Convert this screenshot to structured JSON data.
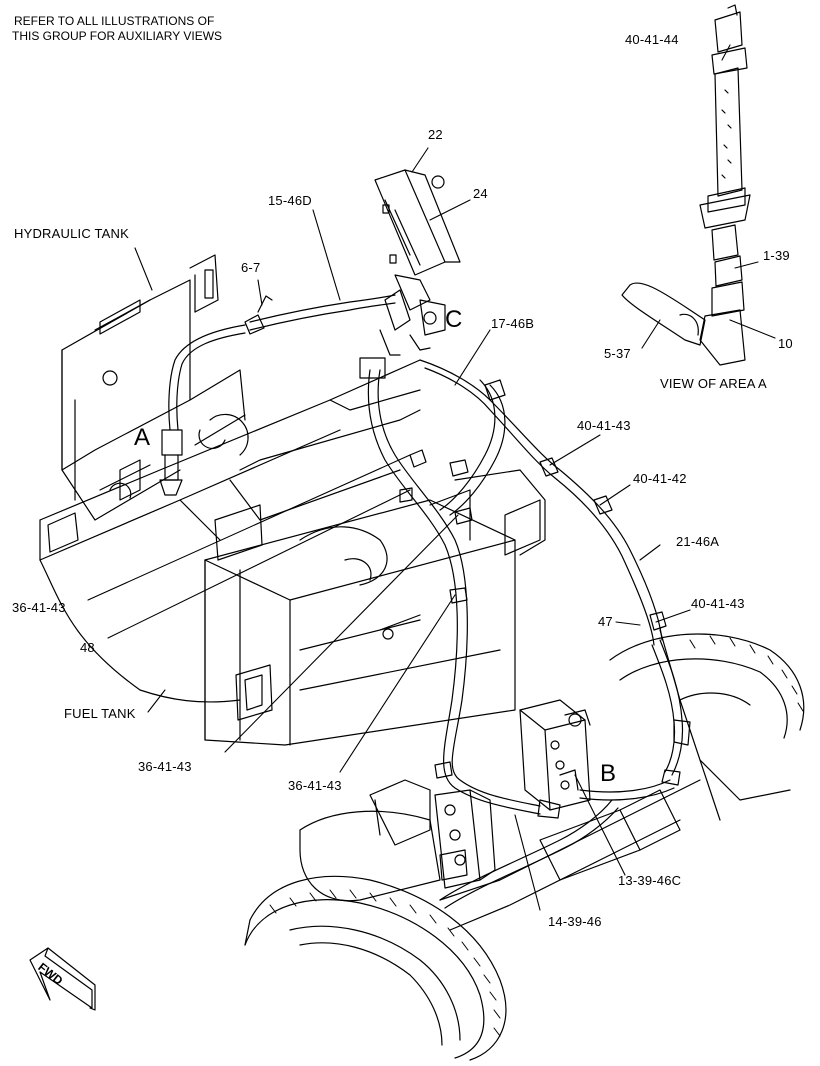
{
  "header_note": {
    "line1": "REFER TO ALL ILLUSTRATIONS OF",
    "line2": "THIS GROUP FOR AUXILIARY VIEWS"
  },
  "component_labels": {
    "hydraulic_tank": "HYDRAULIC TANK",
    "fuel_tank": "FUEL TANK",
    "view_of_area_a": "VIEW OF AREA  A",
    "fwd": "FWD"
  },
  "area_letters": {
    "a": "A",
    "b": "B",
    "c": "C"
  },
  "callouts": {
    "c22": "22",
    "c24": "24",
    "c15_46d": "15-46D",
    "c6_7": "6-7",
    "c17_46b": "17-46B",
    "c40_41_44": "40-41-44",
    "c1_39": "1-39",
    "c10": "10",
    "c5_37": "5-37",
    "c40_41_43_top": "40-41-43",
    "c40_41_42": "40-41-42",
    "c21_46a": "21-46A",
    "c47": "47",
    "c40_41_43_right": "40-41-43",
    "c36_41_43_left": "36-41-43",
    "c48": "48",
    "c36_41_43_bottom_left": "36-41-43",
    "c36_41_43_bottom_mid": "36-41-43",
    "c13_39_46c": "13-39-46C",
    "c14_39_46": "14-39-46"
  },
  "colors": {
    "ink": "#000000",
    "paper": "#ffffff"
  }
}
